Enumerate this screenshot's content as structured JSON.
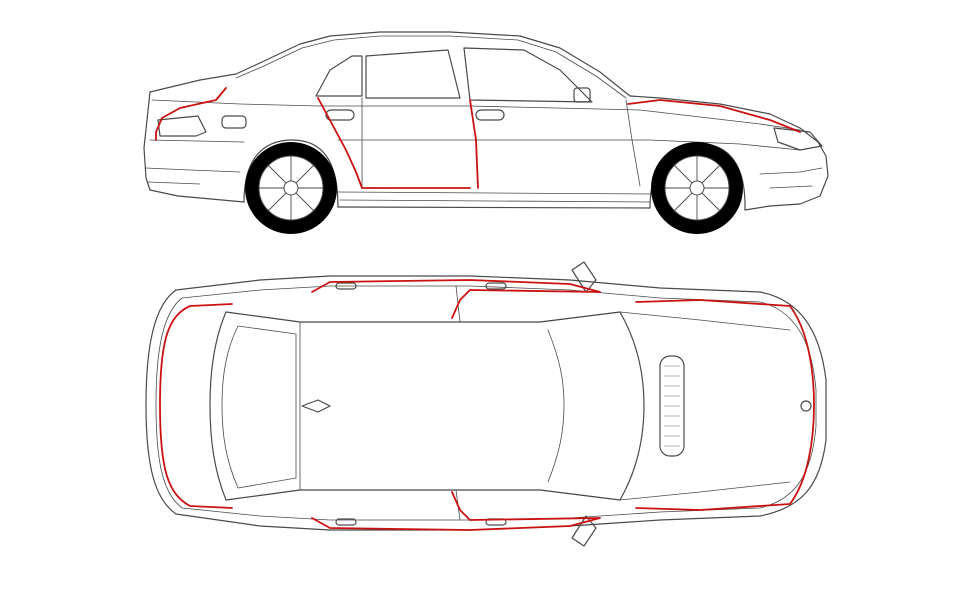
{
  "colors": {
    "background": "#ffffff",
    "line": "#4a4a4a",
    "faint": "#9a9a9a",
    "accent": "#cc1111",
    "tire": "#000000"
  },
  "views": [
    {
      "id": "side",
      "description_icon": "car-side-view"
    },
    {
      "id": "top",
      "description_icon": "car-top-view"
    }
  ]
}
